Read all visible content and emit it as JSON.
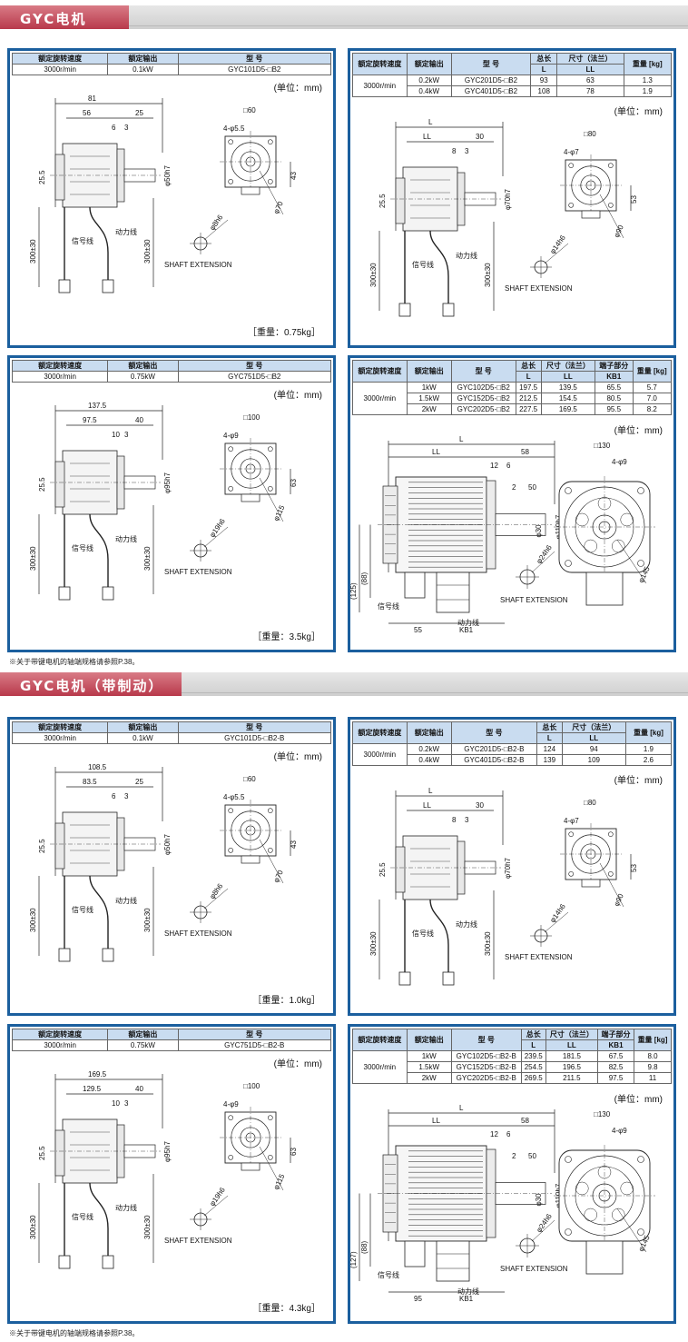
{
  "sections": [
    {
      "title": "GYC电机"
    },
    {
      "title": "GYC电机（带制动）"
    }
  ],
  "common": {
    "hdr_speed": "额定旋转速度",
    "hdr_output": "额定输出",
    "hdr_model": "型  号",
    "hdr_total_len": "总长",
    "hdr_dim_flange": "尺寸（法兰）",
    "hdr_terminal": "端子部分",
    "hdr_weight": "重量 [kg]",
    "sub_L": "L",
    "sub_LL": "LL",
    "sub_KB1": "KB1",
    "unit": "(单位：mm)",
    "shaft": "SHAFT EXTENSION",
    "signal": "信号线",
    "power": "动力线",
    "speed": "3000r/min",
    "note": "※关于带键电机的轴端规格请参照P.38。"
  },
  "panels": [
    {
      "rows": [
        {
          "output": "0.1kW",
          "model": "GYC101D5-□B2"
        }
      ],
      "weight": "［重量：0.75kg］",
      "dims": {
        "d1": "81",
        "d2": "56",
        "d3": "25",
        "d4": "6",
        "d5": "3",
        "shaft": "φ8h6",
        "flange": "φ50h7",
        "sq": "□60",
        "holes": "4-φ5.5",
        "pcd": "φ70",
        "h1": "43",
        "cable1": "300±30",
        "cable2": "300±30",
        "c": "25.5"
      }
    },
    {
      "rows": [
        {
          "output": "0.2kW",
          "model": "GYC201D5-□B2",
          "L": "93",
          "LL": "63",
          "wt": "1.3"
        },
        {
          "output": "0.4kW",
          "model": "GYC401D5-□B2",
          "L": "108",
          "LL": "78",
          "wt": "1.9"
        }
      ],
      "dims": {
        "d1": "L",
        "d2": "LL",
        "d3": "30",
        "d4": "8",
        "d5": "3",
        "shaft": "φ14h6",
        "flange": "φ70h7",
        "sq": "□80",
        "holes": "4-φ7",
        "pcd": "φ90",
        "h1": "53",
        "cable1": "300±30",
        "cable2": "300±30",
        "c": "25.5"
      }
    },
    {
      "rows": [
        {
          "output": "0.75kW",
          "model": "GYC751D5-□B2"
        }
      ],
      "weight": "［重量：3.5kg］",
      "dims": {
        "d1": "137.5",
        "d2": "97.5",
        "d3": "40",
        "d4": "10",
        "d5": "3",
        "shaft": "φ19h6",
        "flange": "φ95h7",
        "sq": "□100",
        "holes": "4-φ9",
        "pcd": "φ115",
        "h1": "63",
        "cable1": "300±30",
        "cable2": "300±30",
        "c": "25.5"
      }
    },
    {
      "rows": [
        {
          "output": "1kW",
          "model": "GYC102D5-□B2",
          "L": "197.5",
          "LL": "139.5",
          "KB1": "65.5",
          "wt": "5.7"
        },
        {
          "output": "1.5kW",
          "model": "GYC152D5-□B2",
          "L": "212.5",
          "LL": "154.5",
          "KB1": "80.5",
          "wt": "7.0"
        },
        {
          "output": "2kW",
          "model": "GYC202D5-□B2",
          "L": "227.5",
          "LL": "169.5",
          "KB1": "95.5",
          "wt": "8.2"
        }
      ],
      "dims": {
        "d1": "L",
        "d2": "LL",
        "d3": "58",
        "d4": "12",
        "d5": "6",
        "d6": "2",
        "d7": "50",
        "shaft": "φ24h6",
        "flange": "φ110h7",
        "shaft2": "φ30",
        "sq": "□130",
        "holes": "4-φ9",
        "pcd": "φ145",
        "h1": "(88)",
        "h2": "(125)",
        "b1": "55",
        "b2": "KB1"
      }
    },
    {
      "rows": [
        {
          "output": "0.1kW",
          "model": "GYC101D5-□B2-B"
        }
      ],
      "weight": "［重量：1.0kg］",
      "dims": {
        "d1": "108.5",
        "d2": "83.5",
        "d3": "25",
        "d4": "6",
        "d5": "3",
        "shaft": "φ8h6",
        "flange": "φ50h7",
        "sq": "□60",
        "holes": "4-φ5.5",
        "pcd": "φ70",
        "h1": "43",
        "cable1": "300±30",
        "cable2": "300±30",
        "c": "25.5"
      }
    },
    {
      "rows": [
        {
          "output": "0.2kW",
          "model": "GYC201D5-□B2-B",
          "L": "124",
          "LL": "94",
          "wt": "1.9"
        },
        {
          "output": "0.4kW",
          "model": "GYC401D5-□B2-B",
          "L": "139",
          "LL": "109",
          "wt": "2.6"
        }
      ],
      "dims": {
        "d1": "L",
        "d2": "LL",
        "d3": "30",
        "d4": "8",
        "d5": "3",
        "shaft": "φ14h6",
        "flange": "φ70h7",
        "sq": "□80",
        "holes": "4-φ7",
        "pcd": "φ90",
        "h1": "53",
        "cable1": "300±30",
        "cable2": "300±30",
        "c": "25.5"
      }
    },
    {
      "rows": [
        {
          "output": "0.75kW",
          "model": "GYC751D5-□B2-B"
        }
      ],
      "weight": "［重量：4.3kg］",
      "dims": {
        "d1": "169.5",
        "d2": "129.5",
        "d3": "40",
        "d4": "10",
        "d5": "3",
        "shaft": "φ19h6",
        "flange": "φ95h7",
        "sq": "□100",
        "holes": "4-φ9",
        "pcd": "φ115",
        "h1": "63",
        "cable1": "300±30",
        "cable2": "300±30",
        "c": "25.5"
      }
    },
    {
      "rows": [
        {
          "output": "1kW",
          "model": "GYC102D5-□B2-B",
          "L": "239.5",
          "LL": "181.5",
          "KB1": "67.5",
          "wt": "8.0"
        },
        {
          "output": "1.5kW",
          "model": "GYC152D5-□B2-B",
          "L": "254.5",
          "LL": "196.5",
          "KB1": "82.5",
          "wt": "9.8"
        },
        {
          "output": "2kW",
          "model": "GYC202D5-□B2-B",
          "L": "269.5",
          "LL": "211.5",
          "KB1": "97.5",
          "wt": "11"
        }
      ],
      "dims": {
        "d1": "L",
        "d2": "LL",
        "d3": "58",
        "d4": "12",
        "d5": "6",
        "d6": "2",
        "d7": "50",
        "shaft": "φ24h6",
        "flange": "φ110h7",
        "shaft2": "φ30",
        "sq": "□130",
        "holes": "4-φ9",
        "pcd": "φ145",
        "h1": "(88)",
        "h2": "(127)",
        "b1": "95",
        "b2": "KB1"
      }
    }
  ]
}
